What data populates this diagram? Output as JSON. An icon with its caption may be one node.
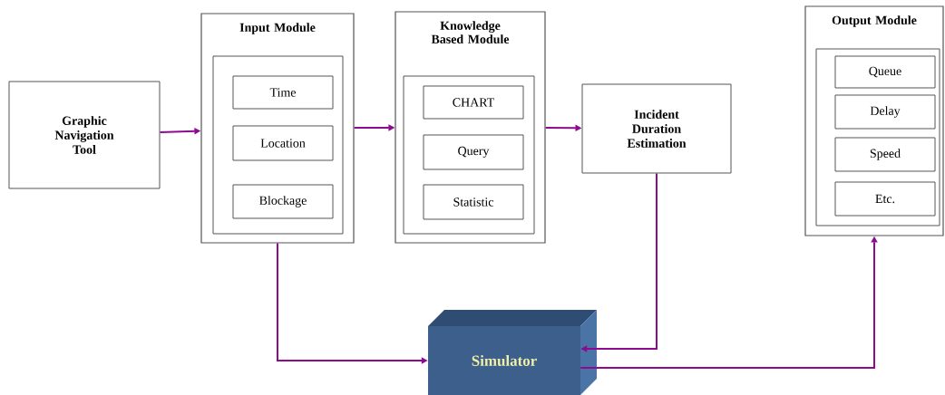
{
  "diagram": {
    "nodes": [
      {
        "text": [
          "Graphic Navigation Tool"
        ]
      },
      {
        "text": [
          "Input Module"
        ]
      },
      {
        "text": [],
        "shape": "box",
        "in": 1
      },
      {
        "text": [
          "Time"
        ],
        "in": 2
      },
      {
        "text": [
          "Location"
        ],
        "in": 2
      },
      {
        "text": [
          "Blockage"
        ],
        "in": 2
      },
      {
        "text": [
          "Knowledge Based Module"
        ]
      },
      {
        "text": [],
        "shape": "box",
        "in": 6
      },
      {
        "text": [
          "CHART"
        ],
        "in": 7
      },
      {
        "text": [
          "Query"
        ],
        "in": 7
      },
      {
        "text": [
          "Statistic"
        ],
        "in": 7
      },
      {
        "text": [
          "Incident Duration Estimation"
        ]
      },
      {
        "text": [
          "Output Module"
        ]
      },
      {
        "text": [],
        "shape": "box",
        "in": 12
      },
      {
        "text": [
          "Queue"
        ],
        "in": 13
      },
      {
        "text": [
          "Delay"
        ],
        "in": 13
      },
      {
        "text": [
          "Speed"
        ],
        "in": 13
      },
      {
        "text": [
          "Etc."
        ],
        "in": 13
      },
      {
        "text": [
          "Simulator"
        ]
      }
    ],
    "edges": [
      {
        "from": 0,
        "to": 1,
        "arrow": "to"
      },
      {
        "from": 1,
        "to": 6,
        "arrow": "to"
      },
      {
        "from": 6,
        "to": 11,
        "arrow": "to"
      },
      {
        "from": 1,
        "to": 18,
        "arrow": "to"
      },
      {
        "from": 11,
        "to": 18,
        "arrow": "to"
      },
      {
        "from": 18,
        "to": 12,
        "arrow": "to"
      }
    ]
  }
}
